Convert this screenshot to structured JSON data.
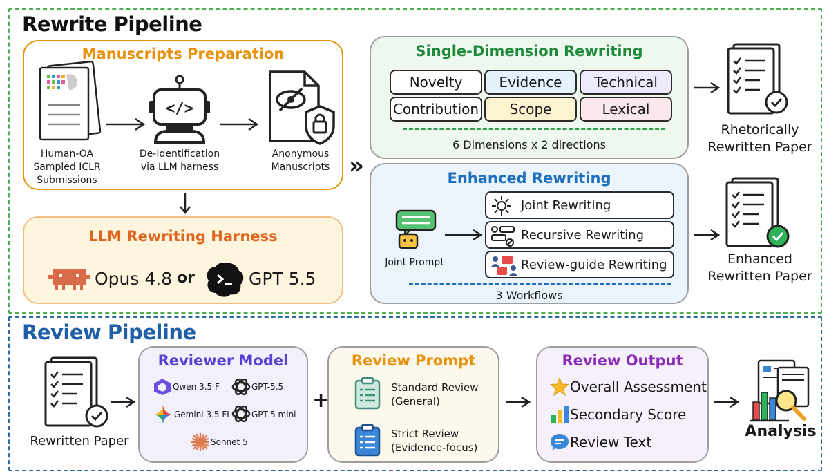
{
  "rewrite": {
    "title": "Rewrite Pipeline",
    "prep": {
      "title": "Manuscripts Preparation",
      "step1": [
        "Human-OA",
        "Sampled ICLR",
        "Submissions"
      ],
      "step2": [
        "De-Identification",
        "via LLM harness"
      ],
      "step3": [
        "Anonymous",
        "Manuscripts"
      ]
    },
    "harness": {
      "title": "LLM Rewriting Harness",
      "model_a": "Opus 4.8",
      "or": "or",
      "model_b": "GPT 5.5"
    },
    "single": {
      "title": "Single-Dimension Rewriting",
      "dims": [
        "Novelty",
        "Evidence",
        "Technical",
        "Contribution",
        "Scope",
        "Lexical"
      ],
      "caption": "6  Dimensions x 2 directions",
      "output": [
        "Rhetorically",
        "Rewritten Paper"
      ]
    },
    "enhanced": {
      "title": "Enhanced Rewriting",
      "prompt_label": "Joint Prompt",
      "workflows": [
        "Joint Rewriting",
        "Recursive Rewriting",
        "Review-guide Rewriting"
      ],
      "caption": "3 Workflows",
      "output": [
        "Enhanced",
        "Rewritten Paper"
      ]
    }
  },
  "review": {
    "title": "Review Pipeline",
    "input_label": "Rewritten Paper",
    "models": {
      "title": "Reviewer Model",
      "items": [
        "Qwen 3.5 F",
        "GPT-5.5",
        "Gemini 3.5 FL",
        "GPT-5 mini",
        "Sonnet 5"
      ]
    },
    "plus": "+",
    "prompt": {
      "title": "Review Prompt",
      "standard": [
        "Standard Review",
        "(General)"
      ],
      "strict": [
        "Strict Review",
        "(Evidence-focus)"
      ]
    },
    "output": {
      "title": "Review Output",
      "items": [
        "Overall Assessment",
        "Secondary Score",
        "Review Text"
      ]
    },
    "analysis": "Analysis"
  },
  "colors": {
    "green_dash": "#4caf50",
    "blue_dash": "#2e6da4",
    "prep_orange": "#e8910c",
    "harness_orange": "#e0651e",
    "single_green": "#1f8a3d",
    "enhanced_blue": "#1f6fbf",
    "review_blue": "#1f5fa8",
    "reviewer_purple": "#5b3fd6",
    "prompt_orange": "#e8910c",
    "output_purple": "#8a2bb8"
  }
}
